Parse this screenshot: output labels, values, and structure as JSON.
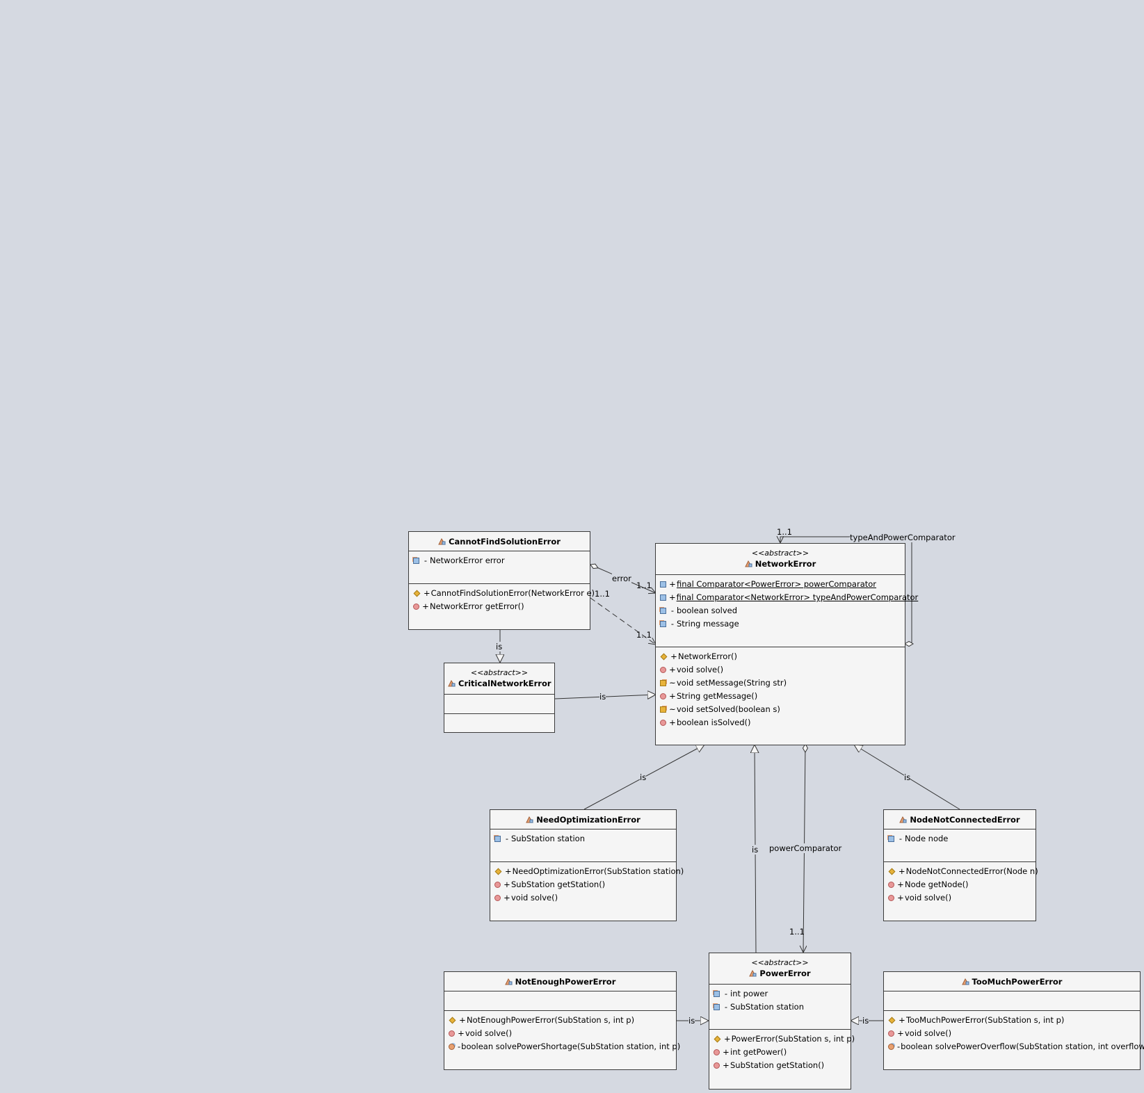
{
  "classes": {
    "cannotfind": {
      "name": "CannotFindSolutionError",
      "attributes": [
        {
          "vis": "-",
          "text": "NetworkError error",
          "icon": "private-field-icon"
        }
      ],
      "methods": [
        {
          "vis": "+",
          "text": "CannotFindSolutionError(NetworkError e)",
          "icon": "constructor-icon"
        },
        {
          "vis": "+",
          "text": "NetworkError getError()",
          "icon": "public-method-icon"
        }
      ]
    },
    "critical": {
      "stereotype": "<<abstract>>",
      "name": "CriticalNetworkError"
    },
    "network": {
      "stereotype": "<<abstract>>",
      "name": "NetworkError",
      "attributes": [
        {
          "vis": "+",
          "text": "final Comparator<PowerError> powerComparator",
          "icon": "static-field-icon"
        },
        {
          "vis": "+",
          "text": "final Comparator<NetworkError> typeAndPowerComparator",
          "icon": "static-field-icon"
        },
        {
          "vis": "-",
          "text": "boolean solved",
          "icon": "private-field-icon"
        },
        {
          "vis": "-",
          "text": "String message",
          "icon": "private-field-icon"
        }
      ],
      "methods": [
        {
          "vis": "+",
          "text": "NetworkError()",
          "icon": "constructor-icon"
        },
        {
          "vis": "+",
          "text": "void solve()",
          "icon": "public-method-icon"
        },
        {
          "vis": "~",
          "text": "void setMessage(String str)",
          "icon": "package-method-icon"
        },
        {
          "vis": "+",
          "text": "String getMessage()",
          "icon": "public-method-icon"
        },
        {
          "vis": "~",
          "text": "void setSolved(boolean s)",
          "icon": "package-method-icon"
        },
        {
          "vis": "+",
          "text": "boolean isSolved()",
          "icon": "public-method-icon"
        }
      ]
    },
    "needopt": {
      "name": "NeedOptimizationError",
      "attributes": [
        {
          "vis": "-",
          "text": "SubStation station",
          "icon": "private-field-icon"
        }
      ],
      "methods": [
        {
          "vis": "+",
          "text": "NeedOptimizationError(SubStation station)",
          "icon": "constructor-icon"
        },
        {
          "vis": "+",
          "text": "SubStation getStation()",
          "icon": "public-method-icon"
        },
        {
          "vis": "+",
          "text": "void solve()",
          "icon": "public-method-icon"
        }
      ]
    },
    "nodenot": {
      "name": "NodeNotConnectedError",
      "attributes": [
        {
          "vis": "-",
          "text": "Node node",
          "icon": "private-field-icon"
        }
      ],
      "methods": [
        {
          "vis": "+",
          "text": "NodeNotConnectedError(Node n)",
          "icon": "constructor-icon"
        },
        {
          "vis": "+",
          "text": "Node getNode()",
          "icon": "public-method-icon"
        },
        {
          "vis": "+",
          "text": "void solve()",
          "icon": "public-method-icon"
        }
      ]
    },
    "power": {
      "stereotype": "<<abstract>>",
      "name": "PowerError",
      "attributes": [
        {
          "vis": "-",
          "text": "int power",
          "icon": "private-field-icon"
        },
        {
          "vis": "-",
          "text": "SubStation station",
          "icon": "private-field-icon"
        }
      ],
      "methods": [
        {
          "vis": "+",
          "text": "PowerError(SubStation s, int p)",
          "icon": "constructor-icon"
        },
        {
          "vis": "+",
          "text": "int getPower()",
          "icon": "public-method-icon"
        },
        {
          "vis": "+",
          "text": "SubStation getStation()",
          "icon": "public-method-icon"
        }
      ]
    },
    "notenough": {
      "name": "NotEnoughPowerError",
      "methods": [
        {
          "vis": "+",
          "text": "NotEnoughPowerError(SubStation s, int p)",
          "icon": "constructor-icon"
        },
        {
          "vis": "+",
          "text": "void solve()",
          "icon": "public-method-icon"
        },
        {
          "vis": "-",
          "text": "boolean solvePowerShortage(SubStation station, int p)",
          "icon": "private-method-icon"
        }
      ]
    },
    "toomuch": {
      "name": "TooMuchPowerError",
      "methods": [
        {
          "vis": "+",
          "text": "TooMuchPowerError(SubStation s, int p)",
          "icon": "constructor-icon"
        },
        {
          "vis": "+",
          "text": "void solve()",
          "icon": "public-method-icon"
        },
        {
          "vis": "-",
          "text": "boolean solvePowerOverflow(SubStation station, int overflow)",
          "icon": "private-method-icon"
        }
      ]
    }
  },
  "edge_labels": {
    "error": "error",
    "error_mult": "1..1",
    "dep_mult_src": "1..1",
    "dep_mult_tgt": "1..1",
    "self_mult": "1..1",
    "self_role": "typeAndPowerComparator",
    "power_comp": "powerComparator",
    "power_comp_mult": "1..1",
    "is": "is"
  },
  "colors": {
    "background": "#d5d9e1",
    "box": "#f5f5f5",
    "line": "#3a3a3a"
  }
}
